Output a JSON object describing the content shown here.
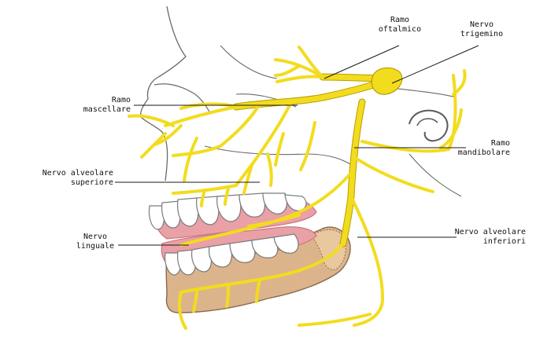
{
  "colors": {
    "nerve": "#f2dc1e",
    "nerve_stroke": "#b89e00",
    "outline": "#6a6a6a",
    "gum": "#e9a0a6",
    "gum_edge": "#c9747c",
    "bone": "#dcb48c",
    "bone_edge": "#8a6a4a",
    "tooth": "#ffffff",
    "leader": "#1a1a1a"
  },
  "labels": {
    "ramo_oftalmico": {
      "line1": "Ramo",
      "line2": "oftalmico"
    },
    "nervo_trigemino": {
      "line1": "Nervo",
      "line2": "trigemino"
    },
    "ramo_mascellare": {
      "line1": "Ramo",
      "line2": "mascellare"
    },
    "ramo_mandibolare": {
      "line1": "Ramo",
      "line2": "mandibolare"
    },
    "nervo_alveolare_superiore": {
      "line1": "Nervo alveolare",
      "line2": "superiore"
    },
    "nervo_linguale": {
      "line1": "Nervo",
      "line2": "linguale"
    },
    "nervo_alveolare_inferiori": {
      "line1": "Nervo alveolare",
      "line2": "inferiori"
    }
  }
}
